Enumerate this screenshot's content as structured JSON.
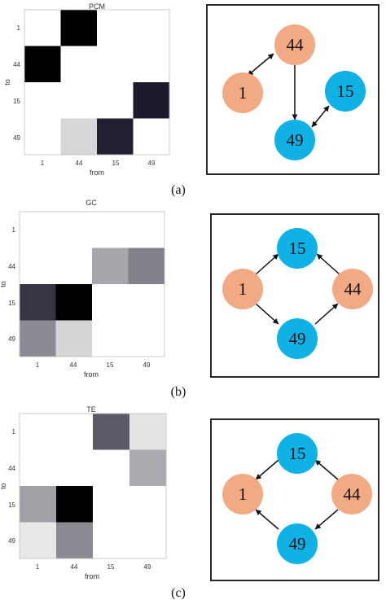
{
  "colors": {
    "orange": "#f2aa84",
    "blue": "#10b2e6",
    "edge": "#111111",
    "axis_text": "#333333"
  },
  "panels": [
    {
      "caption": "(a)",
      "title": "PCM",
      "xlabel": "from",
      "ylabel": "to",
      "ticks": [
        "1",
        "44",
        "15",
        "49"
      ],
      "heatmap": {
        "rows": [
          "1",
          "44",
          "15",
          "49"
        ],
        "cols": [
          "1",
          "44",
          "15",
          "49"
        ],
        "cells": [
          [
            1.0,
            0.0,
            1.0,
            1.0
          ],
          [
            0.0,
            1.0,
            1.0,
            1.0
          ],
          [
            1.0,
            1.0,
            1.0,
            0.03
          ],
          [
            1.0,
            0.83,
            0.05,
            1.0
          ]
        ]
      },
      "graph": {
        "nodes": [
          {
            "id": "44",
            "label": "44",
            "group": "orange"
          },
          {
            "id": "1",
            "label": "1",
            "group": "orange"
          },
          {
            "id": "15",
            "label": "15",
            "group": "blue"
          },
          {
            "id": "49",
            "label": "49",
            "group": "blue"
          }
        ],
        "edges": [
          {
            "from": "44",
            "to": "1",
            "bidirectional": true
          },
          {
            "from": "44",
            "to": "49",
            "bidirectional": false
          },
          {
            "from": "15",
            "to": "49",
            "bidirectional": true
          }
        ]
      }
    },
    {
      "caption": "(b)",
      "title": "GC",
      "xlabel": "from",
      "ylabel": "to",
      "ticks": [
        "1",
        "44",
        "15",
        "49"
      ],
      "heatmap": {
        "rows": [
          "1",
          "44",
          "15",
          "49"
        ],
        "cols": [
          "1",
          "44",
          "15",
          "49"
        ],
        "cells": [
          [
            1.0,
            1.0,
            1.0,
            1.0
          ],
          [
            1.0,
            1.0,
            0.62,
            0.47
          ],
          [
            0.14,
            0.0,
            1.0,
            1.0
          ],
          [
            0.5,
            0.82,
            1.0,
            1.0
          ]
        ]
      },
      "graph": {
        "nodes": [
          {
            "id": "15",
            "label": "15",
            "group": "blue"
          },
          {
            "id": "1",
            "label": "1",
            "group": "orange"
          },
          {
            "id": "44",
            "label": "44",
            "group": "orange"
          },
          {
            "id": "49",
            "label": "49",
            "group": "blue"
          }
        ],
        "edges": [
          {
            "from": "1",
            "to": "15",
            "bidirectional": false
          },
          {
            "from": "44",
            "to": "15",
            "bidirectional": false
          },
          {
            "from": "1",
            "to": "49",
            "bidirectional": false
          },
          {
            "from": "49",
            "to": "44",
            "bidirectional": false
          }
        ]
      }
    },
    {
      "caption": "(c)",
      "title": "TE",
      "xlabel": "from",
      "ylabel": "to",
      "ticks": [
        "1",
        "44",
        "15",
        "49"
      ],
      "heatmap": {
        "rows": [
          "1",
          "44",
          "15",
          "49"
        ],
        "cols": [
          "1",
          "44",
          "15",
          "49"
        ],
        "cells": [
          [
            1.0,
            1.0,
            0.3,
            0.88
          ],
          [
            1.0,
            1.0,
            1.0,
            0.64
          ],
          [
            0.6,
            0.0,
            1.0,
            1.0
          ],
          [
            0.9,
            0.5,
            1.0,
            1.0
          ]
        ]
      },
      "graph": {
        "nodes": [
          {
            "id": "15",
            "label": "15",
            "group": "blue"
          },
          {
            "id": "1",
            "label": "1",
            "group": "orange"
          },
          {
            "id": "44",
            "label": "44",
            "group": "orange"
          },
          {
            "id": "49",
            "label": "49",
            "group": "blue"
          }
        ],
        "edges": [
          {
            "from": "15",
            "to": "1",
            "bidirectional": false
          },
          {
            "from": "44",
            "to": "15",
            "bidirectional": false
          },
          {
            "from": "49",
            "to": "1",
            "bidirectional": false
          },
          {
            "from": "44",
            "to": "49",
            "bidirectional": false
          }
        ]
      }
    }
  ]
}
